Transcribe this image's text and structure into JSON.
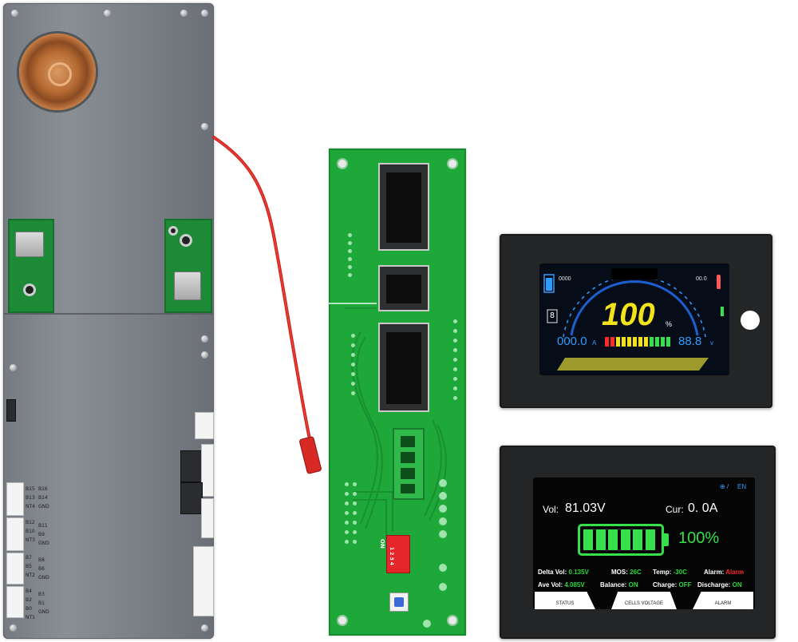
{
  "bms_board": {
    "pin_labels_left": [
      "B15",
      "B13",
      "NT4",
      "B12",
      "B10",
      "NT3",
      "B7",
      "B5",
      "NT2",
      "B4",
      "B2",
      "B0",
      "NT1"
    ],
    "pin_labels_right": [
      "B16",
      "B14",
      "GND",
      "B11",
      "B9",
      "GND",
      "B8",
      "B6",
      "GND",
      "B3",
      "B1",
      "GND"
    ]
  },
  "adapter_board": {
    "dip_switch_label": "ON",
    "dip_switch_numbers": "1 2 3 4"
  },
  "display_1": {
    "percent": "100",
    "percent_unit": "%",
    "current": "000.0",
    "current_unit": "A",
    "voltage": "88.8",
    "voltage_unit": "v",
    "cell_count": "8",
    "top_left_value": "0000",
    "top_right_value": "00.0",
    "charge_level": 1.0
  },
  "display_2": {
    "language": "EN",
    "vol_label": "Vol:",
    "vol_value": "81.03V",
    "cur_label": "Cur:",
    "cur_value": "0. 0A",
    "battery_percent": "100%",
    "charge_level": 1.0,
    "delta_vol_label": "Delta Vol:",
    "delta_vol_value": "0.135V",
    "mos_label": "MOS:",
    "mos_value": "26C",
    "temp_label": "Temp:",
    "temp_value": "-30C",
    "alarm_label": "Alarm:",
    "alarm_value": "Alarm",
    "ave_vol_label": "Ave Vol:",
    "ave_vol_value": "4.085V",
    "balance_label": "Balance:",
    "balance_value": "ON",
    "charge_label": "Charge:",
    "charge_value": "OFF",
    "discharge_label": "Discharge:",
    "discharge_value": "ON",
    "tabs": [
      "STATUS",
      "CELLS VOLTAGE",
      "ALARM"
    ]
  },
  "colors": {
    "lcd_yellow": "#f2e21b",
    "lcd_cyan": "#2e9cff",
    "lcd_green": "#36e04a",
    "alarm_red": "#ff2a2a",
    "pcb_green": "#1fa83a"
  }
}
